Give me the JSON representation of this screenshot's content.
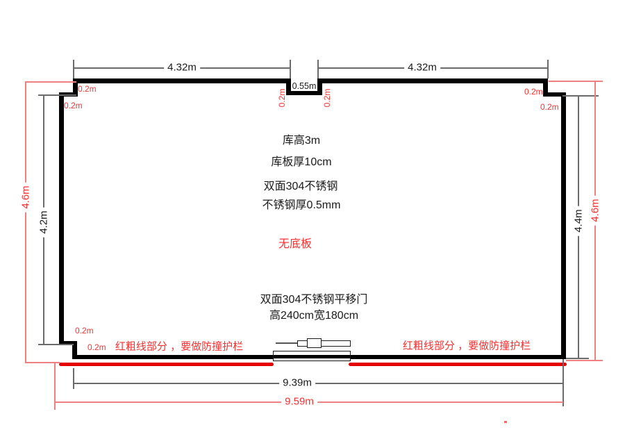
{
  "drawing": {
    "type": "cold-storage-room-floor-plan",
    "colors": {
      "wall": "#000000",
      "dim_line_gray": "#6b6b6b",
      "dim_line_red": "#f08080",
      "text_red": "#ff2f2f",
      "barrier_red": "#e60000"
    }
  },
  "dimensions": {
    "top_left_width": "4.32m",
    "notch_width": "0.55m",
    "top_right_width": "4.32m",
    "left_outer_height": "4.6m",
    "left_inner_height": "4.2m",
    "right_inner_height": "4.4m",
    "right_outer_height": "4.6m",
    "bottom_inner_width": "9.39m",
    "bottom_outer_width": "9.59m"
  },
  "offsets": [
    {
      "position": "top-left-upper",
      "label": "0.2m"
    },
    {
      "position": "top-left-lower",
      "label": "0.2m"
    },
    {
      "position": "notch-left",
      "label": "0.2m"
    },
    {
      "position": "notch-right",
      "label": "0.2m"
    },
    {
      "position": "top-right-upper",
      "label": "0.2m"
    },
    {
      "position": "top-right-lower",
      "label": "0.2m"
    },
    {
      "position": "bottom-left-upper",
      "label": "0.2m"
    },
    {
      "position": "bottom-left-lower",
      "label": "0.2m"
    }
  ],
  "specs": {
    "room_height": "库高3m",
    "panel_thickness": "库板厚10cm",
    "panel_material": "双面304不锈钢",
    "steel_thickness": "不锈钢厚0.5mm",
    "no_floor": "无底板",
    "door_type": "双面304不锈钢平移门",
    "door_size": "高240cm宽180cm"
  },
  "barrier_notes": {
    "left": "红粗线部分 ，要做防撞护栏",
    "right": "红粗线部分 ，要做防撞护栏"
  }
}
